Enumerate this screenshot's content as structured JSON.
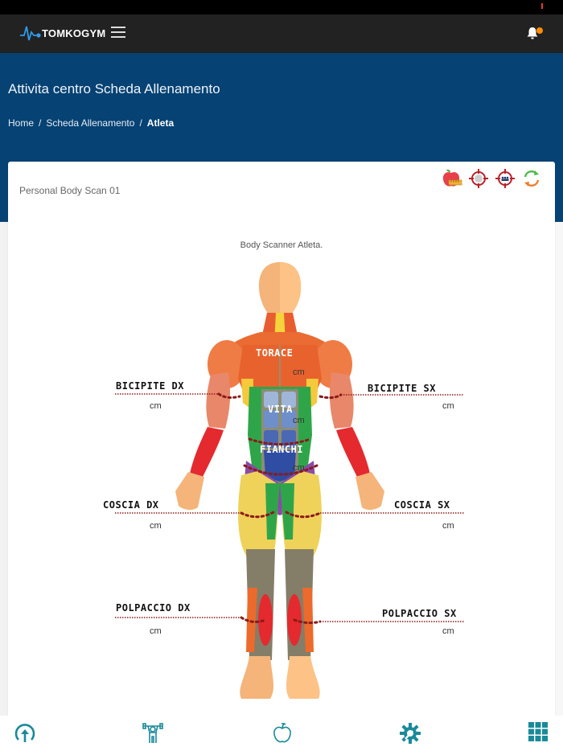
{
  "app": {
    "name": "TOMKOGYM",
    "logo_icon": "heartbeat-pulse-icon"
  },
  "header": {
    "menu_icon": "hamburger-menu-icon",
    "notification_icon": "bell-icon",
    "notification_badge_color": "#ff8c00"
  },
  "hero": {
    "title": "Attivita centro Scheda Allenamento",
    "breadcrumb": [
      {
        "label": "Home",
        "active": false
      },
      {
        "label": "Scheda Allenamento",
        "active": false
      },
      {
        "label": "Atleta",
        "active": true
      }
    ],
    "separator": "/",
    "background": "#064273"
  },
  "card": {
    "title": "Personal Body Scan 01",
    "tools": [
      {
        "name": "nutrition-measure-icon"
      },
      {
        "name": "fingerprint-target-icon"
      },
      {
        "name": "group-target-icon"
      },
      {
        "name": "refresh-icon"
      }
    ],
    "scanner_label": "Body Scanner Atleta.",
    "measurements": {
      "torace": {
        "label": "TORACE",
        "unit": "cm"
      },
      "vita": {
        "label": "VITA",
        "unit": "cm"
      },
      "fianchi": {
        "label": "FIANCHI",
        "unit": "cm"
      },
      "bicipite_dx": {
        "label": "BICIPITE DX",
        "unit": "cm"
      },
      "bicipite_sx": {
        "label": "BICIPITE SX",
        "unit": "cm"
      },
      "coscia_dx": {
        "label": "COSCIA DX",
        "unit": "cm"
      },
      "coscia_sx": {
        "label": "COSCIA SX",
        "unit": "cm"
      },
      "polpaccio_dx": {
        "label": "POLPACCIO DX",
        "unit": "cm"
      },
      "polpaccio_sx": {
        "label": "POLPACCIO SX",
        "unit": "cm"
      }
    }
  },
  "bottom_nav": [
    {
      "name": "progress-gauge-icon"
    },
    {
      "name": "weightlifter-icon"
    },
    {
      "name": "apple-nutrition-icon"
    },
    {
      "name": "settings-wrench-gear-icon"
    },
    {
      "name": "grid-apps-icon"
    }
  ],
  "colors": {
    "accent": "#1a8a9a",
    "topbar": "#222222",
    "measure_line": "#8b1a1a"
  }
}
